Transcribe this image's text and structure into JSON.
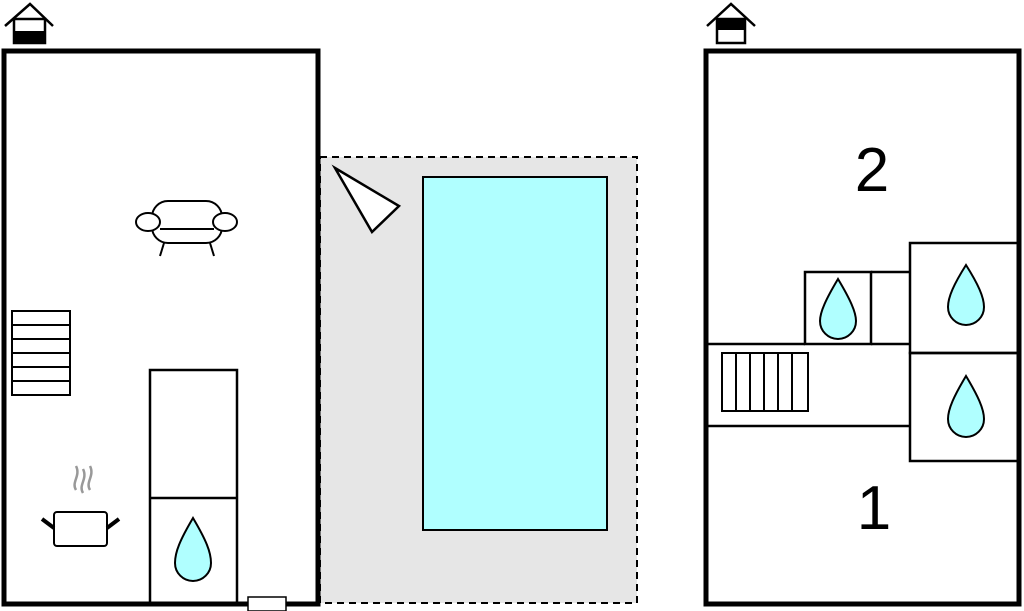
{
  "floors": [
    {
      "floor_icon": "ground-floor-house-icon",
      "rooms": [
        {
          "type": "living-room",
          "icon": "sofa-icon"
        },
        {
          "type": "kitchen",
          "icon": "cooking-pot-icon"
        },
        {
          "type": "bathroom",
          "icon": "water-drop-icon"
        },
        {
          "type": "stairs",
          "icon": "stairs-icon"
        }
      ]
    },
    {
      "floor_icon": "upper-floor-house-icon",
      "bedrooms": [
        {
          "number": "2"
        },
        {
          "number": "1"
        }
      ],
      "bathrooms": 3,
      "icons": [
        "water-drop-icon",
        "stairs-icon"
      ]
    }
  ],
  "outdoor": {
    "terrace": {
      "icon": "parasol-icon"
    },
    "pool": {
      "color": "#b0ffff"
    },
    "terrace_color": "#e6e6e6"
  },
  "colors": {
    "wall": "#000000",
    "water_drop": "#b0ffff",
    "background": "#ffffff"
  }
}
